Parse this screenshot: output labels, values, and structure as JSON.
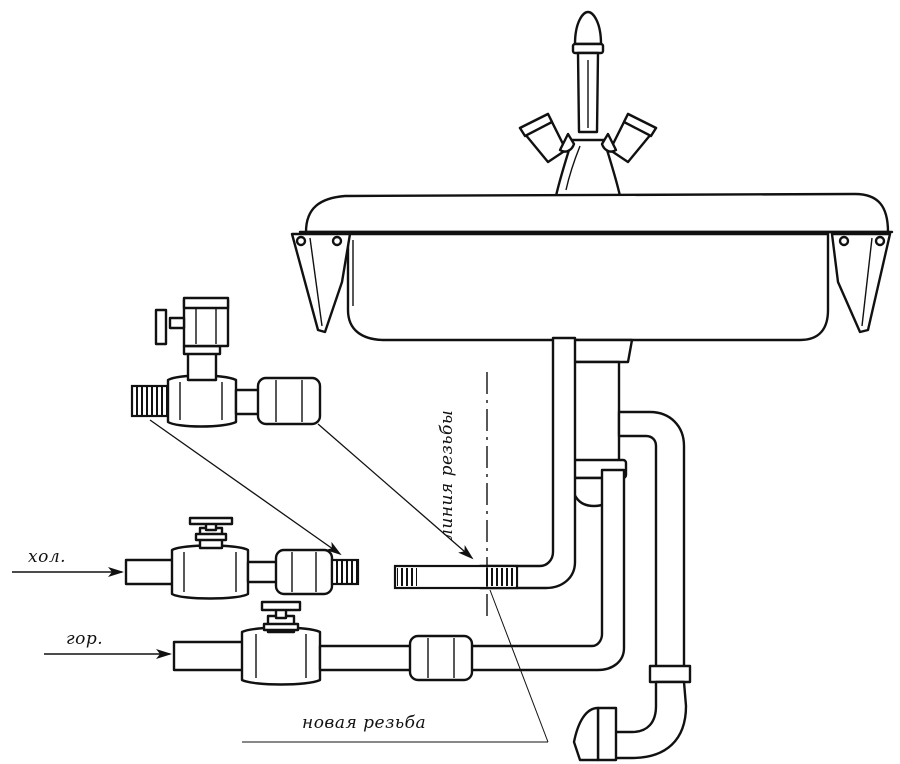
{
  "diagram": {
    "labels": {
      "cold": "хол.",
      "hot": "гор.",
      "thread_line": "линия резьбы",
      "new_thread": "новая резьба"
    },
    "colors": {
      "ink": "#111111",
      "background": "#ffffff"
    }
  }
}
